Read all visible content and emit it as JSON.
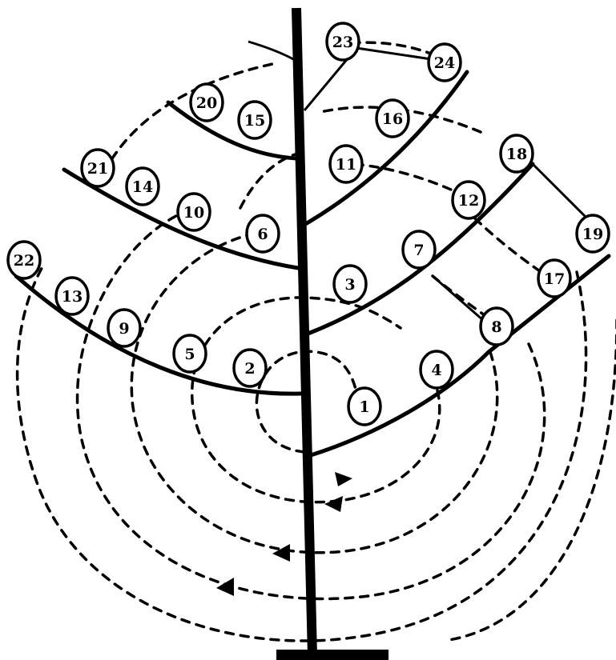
{
  "diagram": {
    "nodes": [
      {
        "id": "n1",
        "label": "1"
      },
      {
        "id": "n2",
        "label": "2"
      },
      {
        "id": "n3",
        "label": "3"
      },
      {
        "id": "n4",
        "label": "4"
      },
      {
        "id": "n5",
        "label": "5"
      },
      {
        "id": "n6",
        "label": "6"
      },
      {
        "id": "n7",
        "label": "7"
      },
      {
        "id": "n8",
        "label": "8"
      },
      {
        "id": "n9",
        "label": "9"
      },
      {
        "id": "n10",
        "label": "10"
      },
      {
        "id": "n11",
        "label": "11"
      },
      {
        "id": "n12",
        "label": "12"
      },
      {
        "id": "n13",
        "label": "13"
      },
      {
        "id": "n14",
        "label": "14"
      },
      {
        "id": "n15",
        "label": "15"
      },
      {
        "id": "n16",
        "label": "16"
      },
      {
        "id": "n17",
        "label": "17"
      },
      {
        "id": "n18",
        "label": "18"
      },
      {
        "id": "n19",
        "label": "19"
      },
      {
        "id": "n20",
        "label": "20"
      },
      {
        "id": "n21",
        "label": "21"
      },
      {
        "id": "n22",
        "label": "22"
      },
      {
        "id": "n23",
        "label": "23"
      },
      {
        "id": "n24",
        "label": "24"
      }
    ]
  }
}
